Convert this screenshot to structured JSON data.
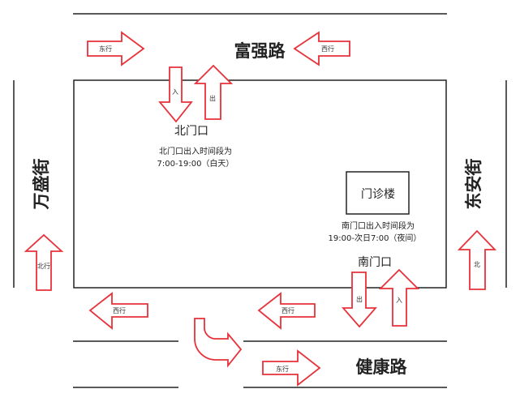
{
  "roads": {
    "north": "富强路",
    "south": "健康路",
    "west": "万盛街",
    "east": "东安街"
  },
  "gates": {
    "north": {
      "name": "北门口",
      "hours_label": "北门口出入时间段为",
      "hours": "7:00-19:00（白天）"
    },
    "south": {
      "name": "南门口",
      "hours_label": "南门口出入时间段为",
      "hours": "19:00-次日7:00（夜间）"
    }
  },
  "building": "门诊楼",
  "arrows": {
    "east": "东行",
    "west": "西行",
    "north_bound": "北行",
    "north": "北",
    "in": "入",
    "out": "出"
  },
  "colors": {
    "arrow": "#e8313a",
    "line": "#222222"
  }
}
